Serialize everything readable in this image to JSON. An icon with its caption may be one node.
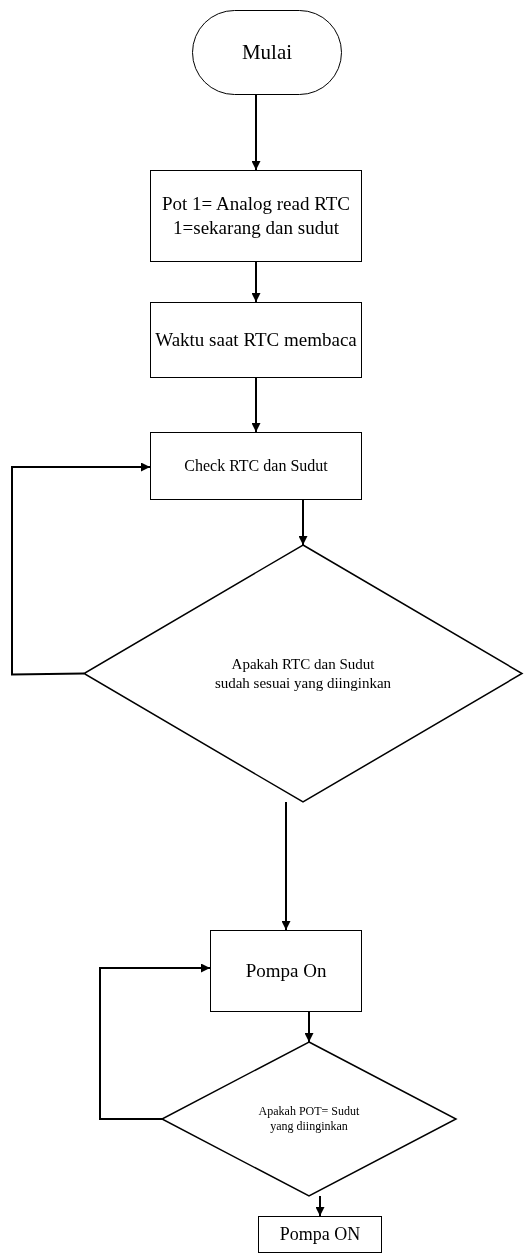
{
  "diagram": {
    "nodes": [
      {
        "text": [
          "Mulai"
        ]
      },
      {
        "text": [
          "Pot 1= Analog read RTC 1=sekarang dan sudut"
        ]
      },
      {
        "text": [
          "Waktu saat RTC membaca"
        ]
      },
      {
        "text": [
          "Check RTC dan Sudut"
        ]
      },
      {
        "text": [
          "Apakah RTC dan Sudut sudah sesuai yang diinginkan"
        ]
      },
      {
        "text": [
          "Pompa On"
        ]
      },
      {
        "text": [
          "Apakah POT= Sudut yang diinginkan"
        ]
      },
      {
        "text": [
          "Pompa ON"
        ]
      }
    ],
    "edges": [
      {
        "from": 0,
        "to": 1,
        "arrow": "to"
      },
      {
        "from": 1,
        "to": 2,
        "arrow": "to"
      },
      {
        "from": 2,
        "to": 3,
        "arrow": "to"
      },
      {
        "from": 3,
        "to": 4,
        "arrow": "to"
      },
      {
        "from": 4,
        "to": 3,
        "arrow": "to"
      },
      {
        "from": 4,
        "to": 5,
        "arrow": "to"
      },
      {
        "from": 5,
        "to": 6,
        "arrow": "to"
      },
      {
        "from": 6,
        "to": 5,
        "arrow": "to"
      },
      {
        "from": 6,
        "to": 7,
        "arrow": "to"
      }
    ]
  }
}
